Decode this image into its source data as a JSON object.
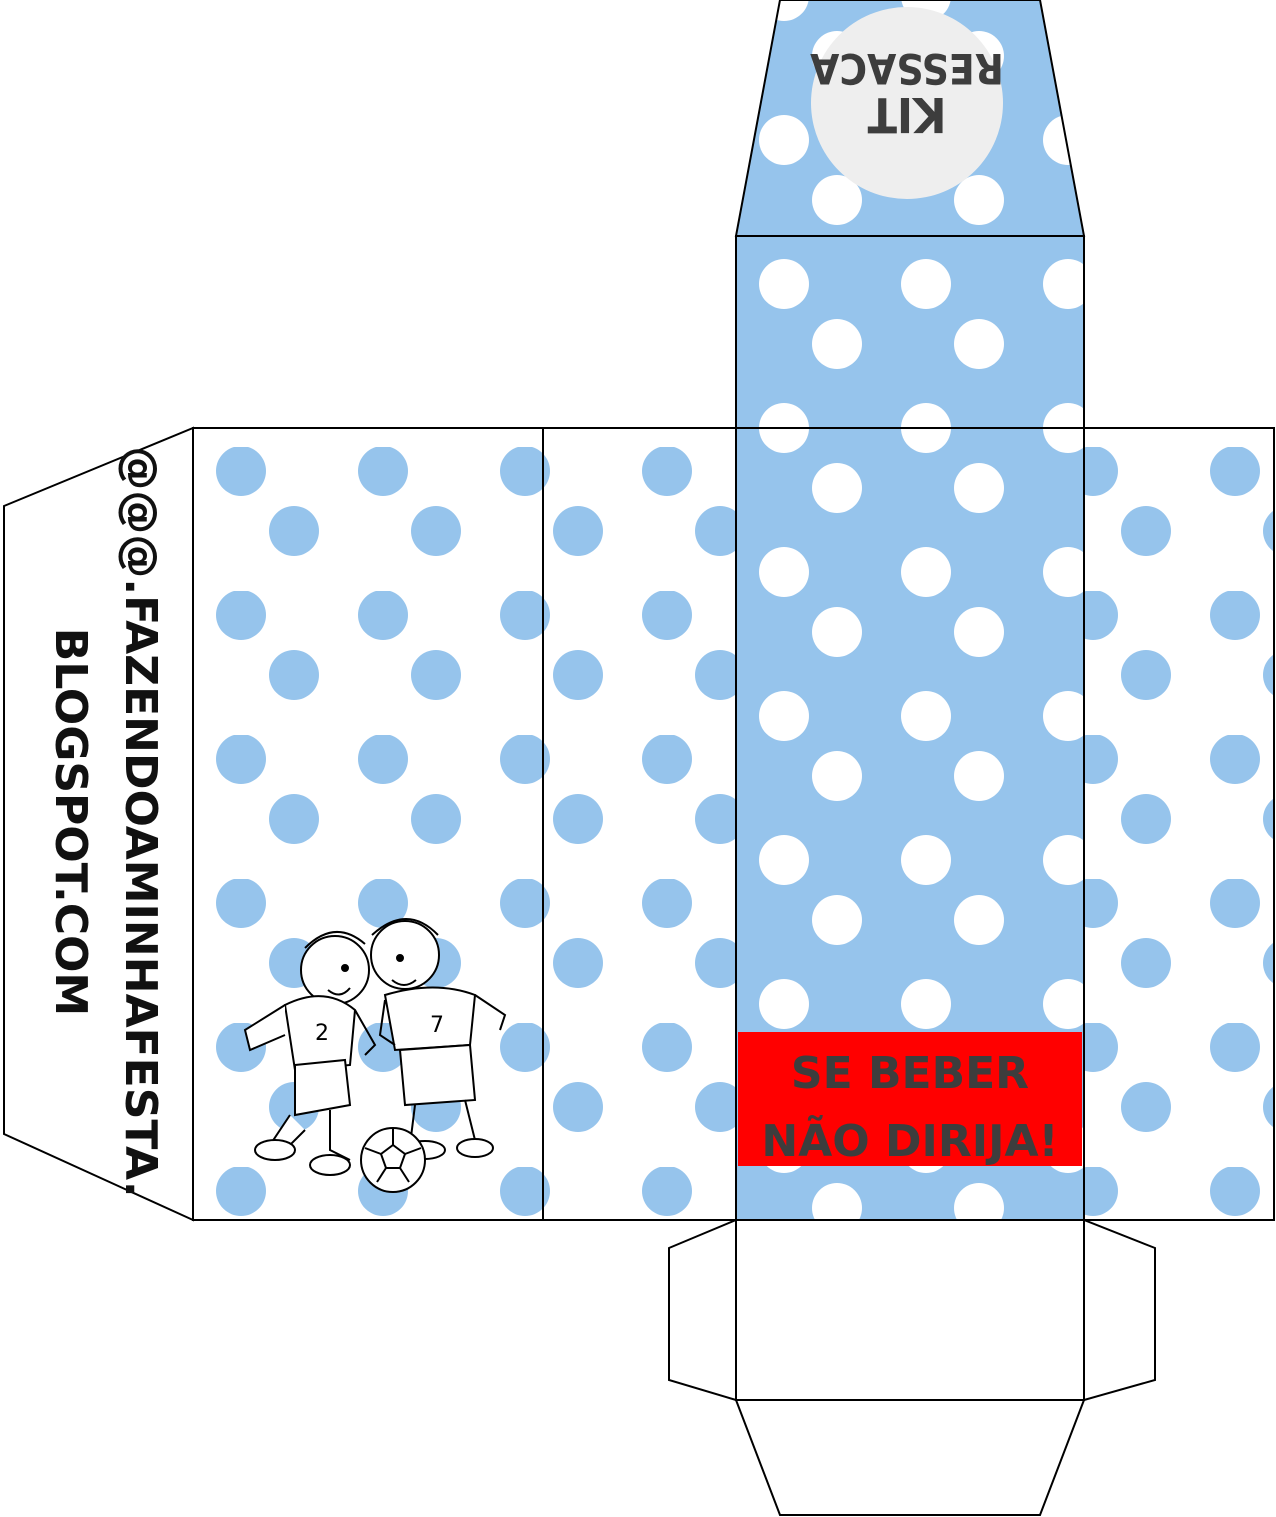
{
  "template": {
    "top_lid_title_line1": "KIT",
    "top_lid_title_line2": "RESSACA",
    "warning_line1": "SE BEBER",
    "warning_line2": "NÃO DIRIJA!",
    "blog_line1": "@@@.FAZENDOAMINHAFESTA.",
    "blog_line2": "BLOGSPOT.COM",
    "illustration": "two-boys-playing-soccer",
    "jersey_numbers": [
      "2",
      "7"
    ]
  },
  "colors": {
    "light_blue": "#96c4ec",
    "white": "#ffffff",
    "red": "#ff0000",
    "text_dark": "#3d3d3d",
    "outline": "#000000"
  }
}
